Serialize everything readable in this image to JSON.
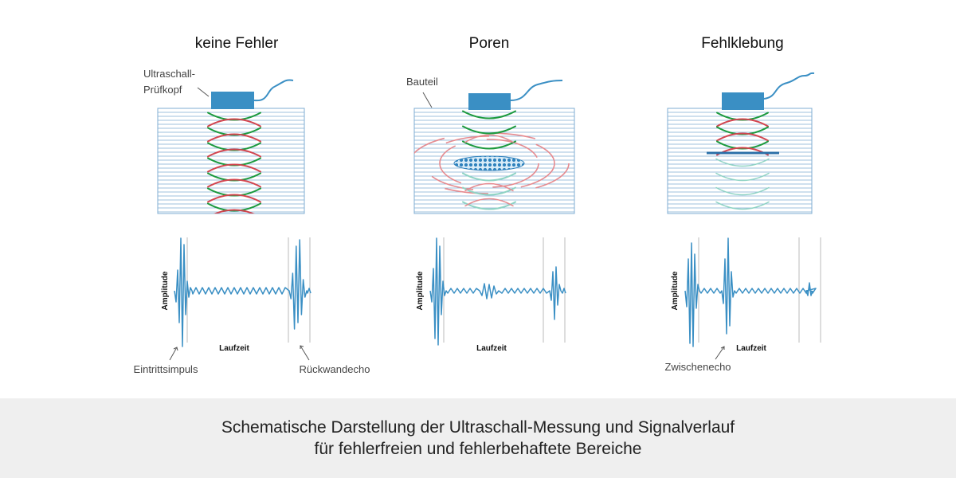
{
  "colors": {
    "accent_blue": "#3a8fc4",
    "plate_line": "#7faed3",
    "wave_green": "#1c9a3e",
    "wave_red": "#d2454f",
    "wave_light_red": "#e58a8f",
    "wave_faded": "#8fd3c4",
    "caption_background": "#efefef"
  },
  "panels": [
    {
      "title": "keine Fehler",
      "callouts": [
        "Ultraschall-",
        "Prüfkopf"
      ],
      "axis_y_label": "Amplitude",
      "axis_x_label": "Laufzeit",
      "annotations": [
        "Eintrittsimpuls",
        "Rückwandecho"
      ]
    },
    {
      "title": "Poren",
      "callouts": [
        "Bauteil"
      ],
      "axis_y_label": "Amplitude",
      "axis_x_label": "Laufzeit",
      "annotations": []
    },
    {
      "title": "Fehlklebung",
      "callouts": [],
      "axis_y_label": "Amplitude",
      "axis_x_label": "Laufzeit",
      "annotations": [
        "Zwischenecho"
      ]
    }
  ],
  "caption": {
    "line1": "Schematische Darstellung der Ultraschall-Messung und Signalverlauf",
    "line2": "für fehlerfreien und fehlerbehaftete Bereiche"
  }
}
